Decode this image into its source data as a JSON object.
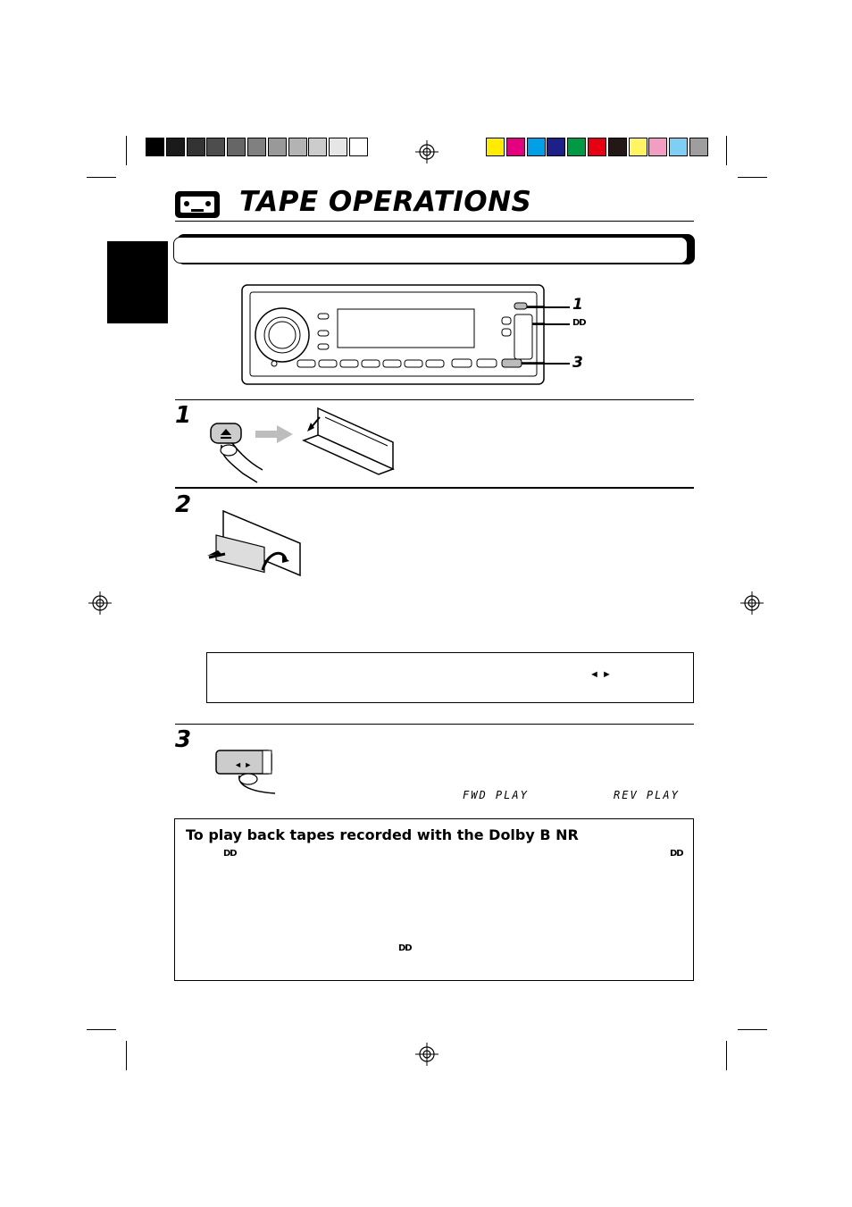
{
  "page": {
    "title": "TAPE OPERATIONS",
    "tape_icon": "cassette-icon"
  },
  "colors": {
    "gray_bar": [
      "#000000",
      "#1a1a1a",
      "#333333",
      "#4d4d4d",
      "#666666",
      "#808080",
      "#999999",
      "#b3b3b3",
      "#cccccc",
      "#e6e6e6",
      "#ffffff"
    ],
    "color_bar": [
      "#ffec00",
      "#e4007f",
      "#00a0e9",
      "#1d2088",
      "#009944",
      "#e60012",
      "#231815",
      "#fff462",
      "#f19ec2",
      "#7fcef4",
      "#9e9e9f"
    ]
  },
  "callouts": {
    "c1": "1",
    "c_dolby": "DD",
    "c3": "3"
  },
  "steps": [
    {
      "number": "1"
    },
    {
      "number": "2"
    },
    {
      "number": "3"
    }
  ],
  "step2_box": {
    "symbol": "◄ ►"
  },
  "step3": {
    "button_symbol": "◄ ►",
    "display_fwd": "FWD PLAY",
    "display_rev": "REV PLAY"
  },
  "dolby_box": {
    "heading": "To play back tapes recorded with the Dolby B NR",
    "mark_1": "DD",
    "mark_2": "DD",
    "mark_3": "DD"
  }
}
